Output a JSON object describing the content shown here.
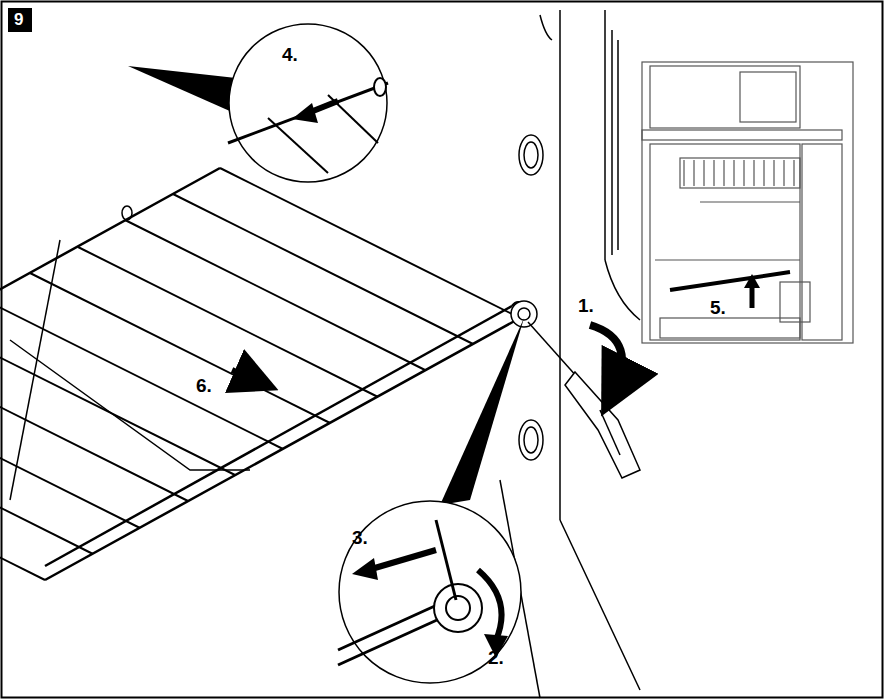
{
  "diagram": {
    "nodes": [
      {
        "text": [
          "9"
        ]
      },
      {
        "text": [
          "4."
        ]
      },
      {
        "text": [
          "3.",
          "2."
        ]
      },
      {
        "text": [
          "5."
        ]
      }
    ],
    "labels": [
      "1.",
      "6."
    ]
  }
}
